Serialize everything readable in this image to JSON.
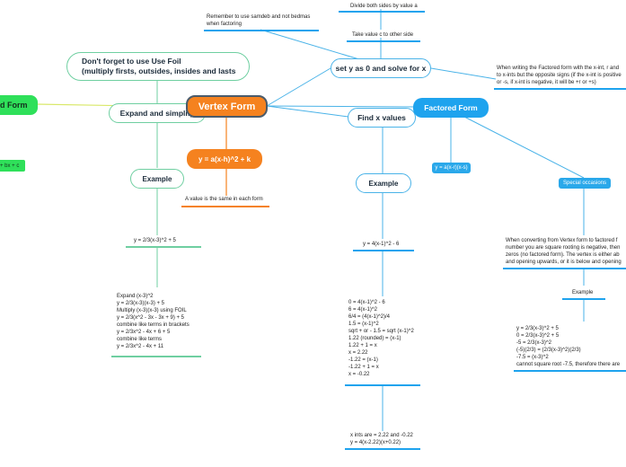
{
  "nodes": {
    "vertex_form": "Vertex Form",
    "vertex_equation": "y = a(x-h)^2 + k",
    "a_value_note": "A value is the same in each form",
    "expand_simplify": "Expand and simplify",
    "foil_note_line1": "Don't forget to use Use Foil",
    "foil_note_line2": "(multiply firsts, outsides, insides and lasts",
    "left_green": "d Form",
    "left_small_green": "+ bx + c",
    "example_left": "Example",
    "left_equation": "y = 2/3(x-3)^2 + 5",
    "left_steps": "Expand (x-3)^2\ny = 2/3(x-3)(x-3) + 5\nMultiply (x-3)(x-3) using FOIL\ny = 2/3(x^2 - 3x - 3x + 9) + 5\ncombine like terms in brackets\ny = 2/3x^2 - 4x + 6 + 5\ncombine like terms\ny = 2/3x^2 - 4x + 11",
    "divide_note": "Divide both sides by value a",
    "take_value_note": "Take value c to other side",
    "samdeb_note": "Remember to use samdeb and not bedmas\nwhen factoring",
    "set_y_zero": "set y as 0 and solve for x",
    "find_x_values": "Find x values",
    "example_center": "Example",
    "center_equation": "y = 4(x-1)^2 - 6",
    "center_steps": "0 = 4(x-1)^2 - 6\n6 = 4(x-1)^2\n6/4 = (4(x-1)^2)/4\n1.5 = (x-1)^2\nsqrt + or - 1.5 = sqrt (x-1)^2\n1.22 (rounded) = (x-1)\n1.22 + 1 = x\nx = 2.22\n-1.22 = (x-1)\n-1.22 + 1 = x\nx = -0.22",
    "center_result": "x ints are = 2.22 and -0.22\ny = 4(x-2.22)(x+0.22)",
    "factored_form": "Factored Form",
    "factored_note": "When writing the Factored form with the x-int, r and\nto x-ints but the opposite signs (if the x-int is positive\nor -s, if x-int is negative, it will be +r or +s)",
    "factored_equation": "y = a(x-r)(x-s)",
    "special_occasions": "Special occasions",
    "special_note": "When converting from Vertex form to factored f\nnumber you are square rooting is negative, then\nzeros (no factored form). The vertex is either ab\nand opening upwards, or it is below and opening",
    "example_right": "Example",
    "right_steps": "y = 2/3(x-3)^2 + 5\n0 = 2/3(x-3)^2 + 5\n-5 = 2/3(x-3)^2\n(-5)(2/3) = (2/3(x-3)^2)(2/3)\n-7.5 = (x-3)^2\ncannot square root -7.5, therefore there are"
  },
  "colors": {
    "orange": "#f5821f",
    "blue": "#1ea3ee",
    "green": "#2fe05a",
    "line_green": "#6fcfa1",
    "line_blue": "#4ab3e8"
  }
}
